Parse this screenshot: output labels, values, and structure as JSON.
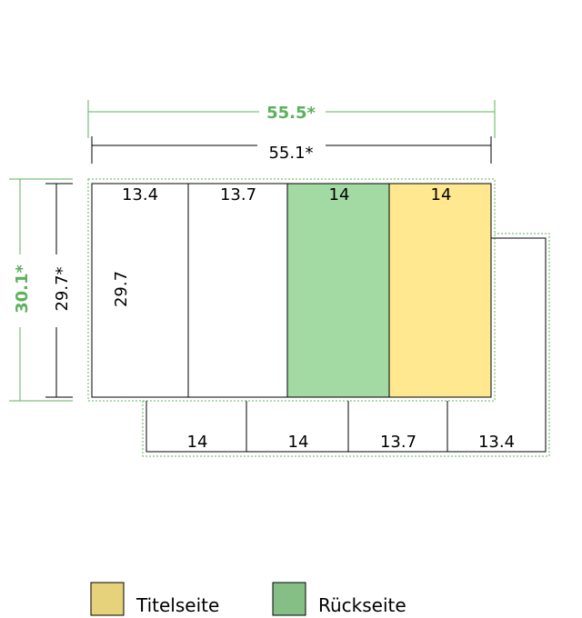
{
  "colors": {
    "green": "#5cb15c",
    "back_panel": "#a3d9a3",
    "title_panel": "#ffe88f",
    "legend_title": "#e5d27a",
    "legend_back": "#86bf86",
    "line": "#000000"
  },
  "dimensions": {
    "width_outer": "55.5*",
    "width_inner": "55.1*",
    "height_outer": "30.1*",
    "height_inner": "29.7*"
  },
  "top_panels": [
    "13.4",
    "13.7",
    "14",
    "14"
  ],
  "first_panel_height": "29.7",
  "bottom_panels": [
    "14",
    "14",
    "13.7",
    "13.4"
  ],
  "legend": {
    "title_label": "Titelseite",
    "back_label": "Rückseite"
  }
}
